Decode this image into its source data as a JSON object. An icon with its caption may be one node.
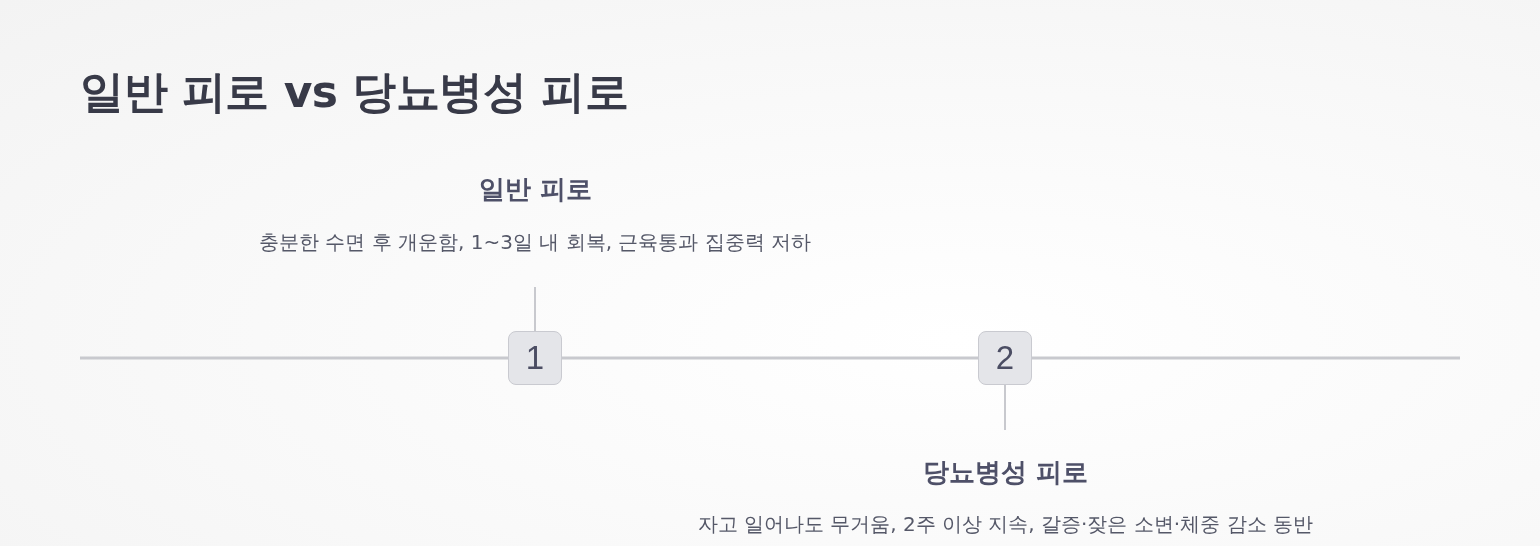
{
  "diagram": {
    "title": "일반 피로 vs 당뇨병성 피로",
    "nodes": [
      {
        "text": [
          "일반 피로",
          "충분한 수면 후 개운함, 1~3일 내 회복, 근육통과 집중력 저하"
        ]
      },
      {
        "text": [
          "1"
        ]
      },
      {
        "text": [
          "2"
        ]
      },
      {
        "text": [
          "당뇨병성 피로",
          "자고 일어나도 무거움, 2주 이상 지속, 갈증·잦은 소변·체중 감소 동반"
        ]
      }
    ],
    "edges": [
      {
        "from": null,
        "to": 1,
        "arrow": "none"
      },
      {
        "from": 1,
        "to": 2,
        "arrow": "none"
      },
      {
        "from": 2,
        "to": null,
        "arrow": "none"
      },
      {
        "from": 1,
        "to": 0,
        "arrow": "none"
      },
      {
        "from": 2,
        "to": 3,
        "arrow": "none"
      }
    ]
  }
}
